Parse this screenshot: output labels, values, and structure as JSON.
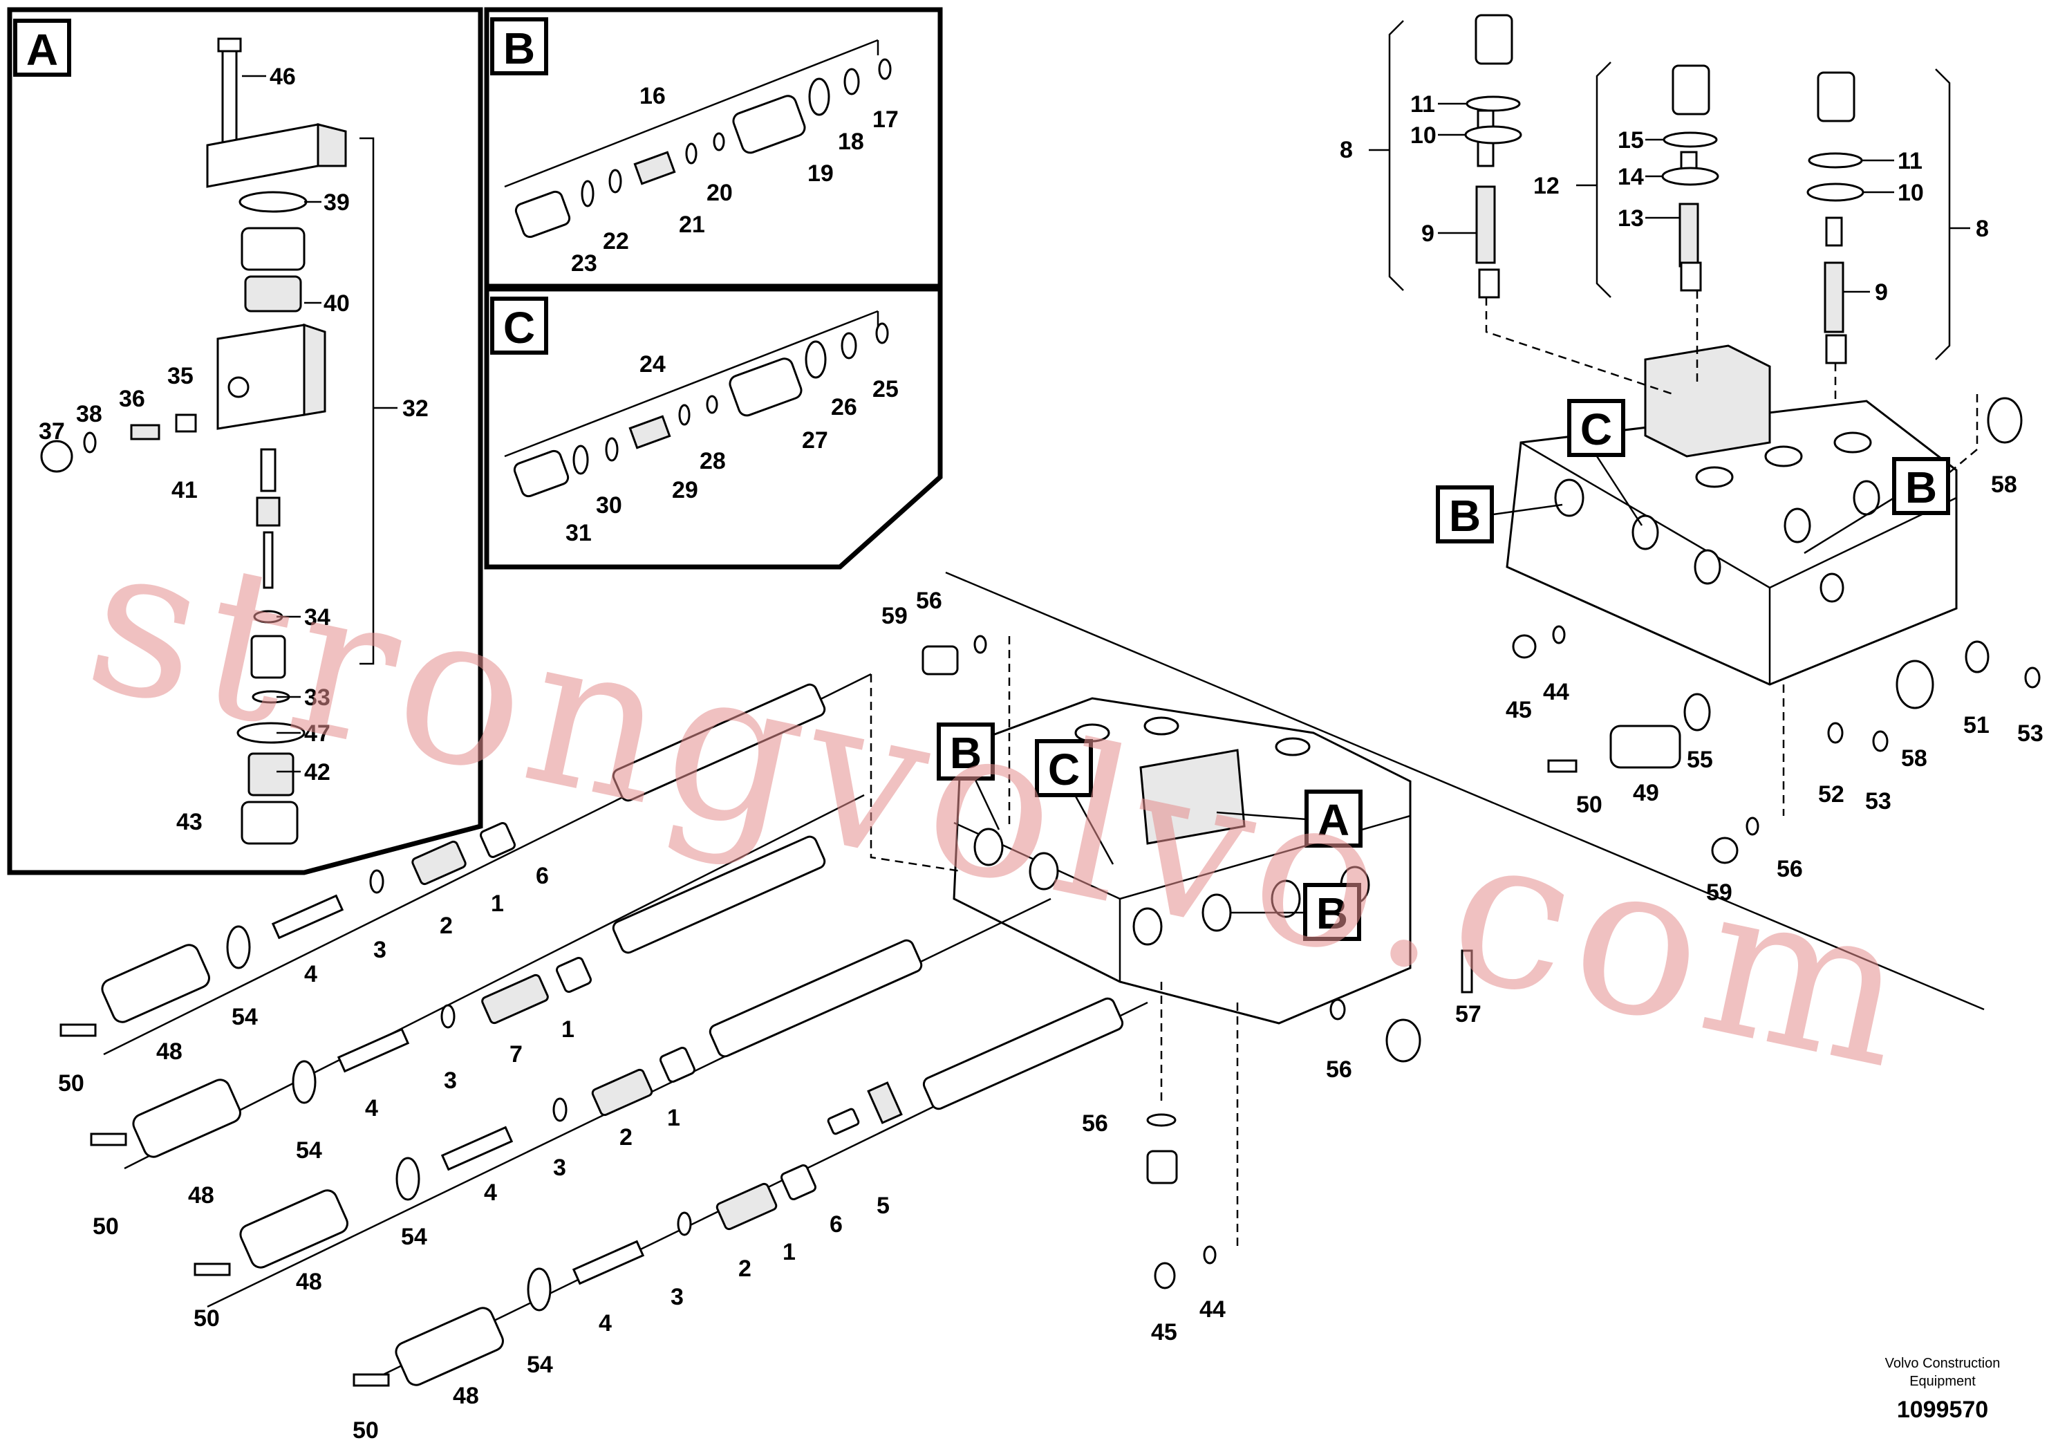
{
  "sections": [
    {
      "id": "A",
      "label": "A"
    },
    {
      "id": "B",
      "label": "B"
    },
    {
      "id": "C",
      "label": "C"
    }
  ],
  "main_labels": {
    "a": "A",
    "b_top": "B",
    "c": "C",
    "b_bottom": "B",
    "right_b_left": "B",
    "right_c": "C",
    "right_b_right": "B"
  },
  "callouts": {
    "panel_a": [
      "46",
      "39",
      "40",
      "35",
      "36",
      "38",
      "37",
      "41",
      "32",
      "34",
      "33",
      "47",
      "42",
      "43"
    ],
    "panel_b": [
      "16",
      "17",
      "18",
      "19",
      "20",
      "21",
      "22",
      "23"
    ],
    "panel_c": [
      "24",
      "25",
      "26",
      "27",
      "28",
      "29",
      "30",
      "31"
    ],
    "right": [
      "8",
      "11",
      "10",
      "9",
      "12",
      "15",
      "14",
      "13",
      "11",
      "10",
      "8",
      "9",
      "58",
      "45",
      "44",
      "55",
      "49",
      "50",
      "52",
      "53",
      "58",
      "51",
      "53",
      "59",
      "56"
    ],
    "main": [
      "59",
      "56",
      "6",
      "1",
      "2",
      "3",
      "4",
      "54",
      "48",
      "50",
      "7",
      "1",
      "3",
      "4",
      "54",
      "48",
      "50",
      "2",
      "1",
      "3",
      "4",
      "54",
      "48",
      "50",
      "6",
      "5",
      "2",
      "1",
      "3",
      "4",
      "54",
      "48",
      "50",
      "57",
      "56",
      "56",
      "45",
      "44"
    ]
  },
  "watermark": "strongvolvo.com",
  "footer": {
    "brand_line1": "Volvo Construction",
    "brand_line2": "Equipment",
    "doc_number": "1099570"
  }
}
